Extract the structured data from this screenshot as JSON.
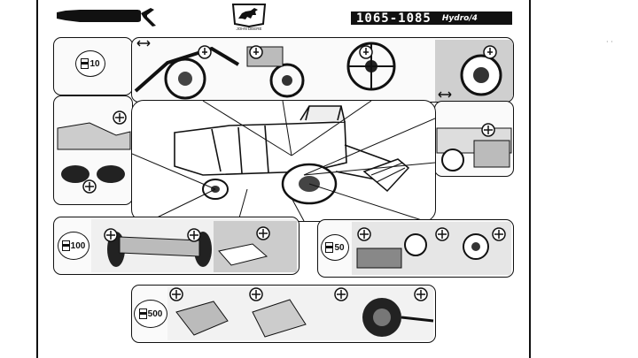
{
  "header": {
    "model_title": "1065-1085",
    "model_subtitle": "Hydro/4",
    "brand_text": "JOHN DEERE"
  },
  "lubrication_intervals": {
    "top_left": "10",
    "middle_left": "100",
    "middle_right": "50",
    "bottom": "500"
  },
  "icons": {
    "grease_gun": "grease-gun-icon",
    "grease_fitting": "grease-fitting-icon",
    "adjust_arrows": "double-arrow-icon",
    "hour_glass": "hour-meter-icon"
  },
  "colors": {
    "ink": "#111111",
    "paper": "#ffffff"
  }
}
